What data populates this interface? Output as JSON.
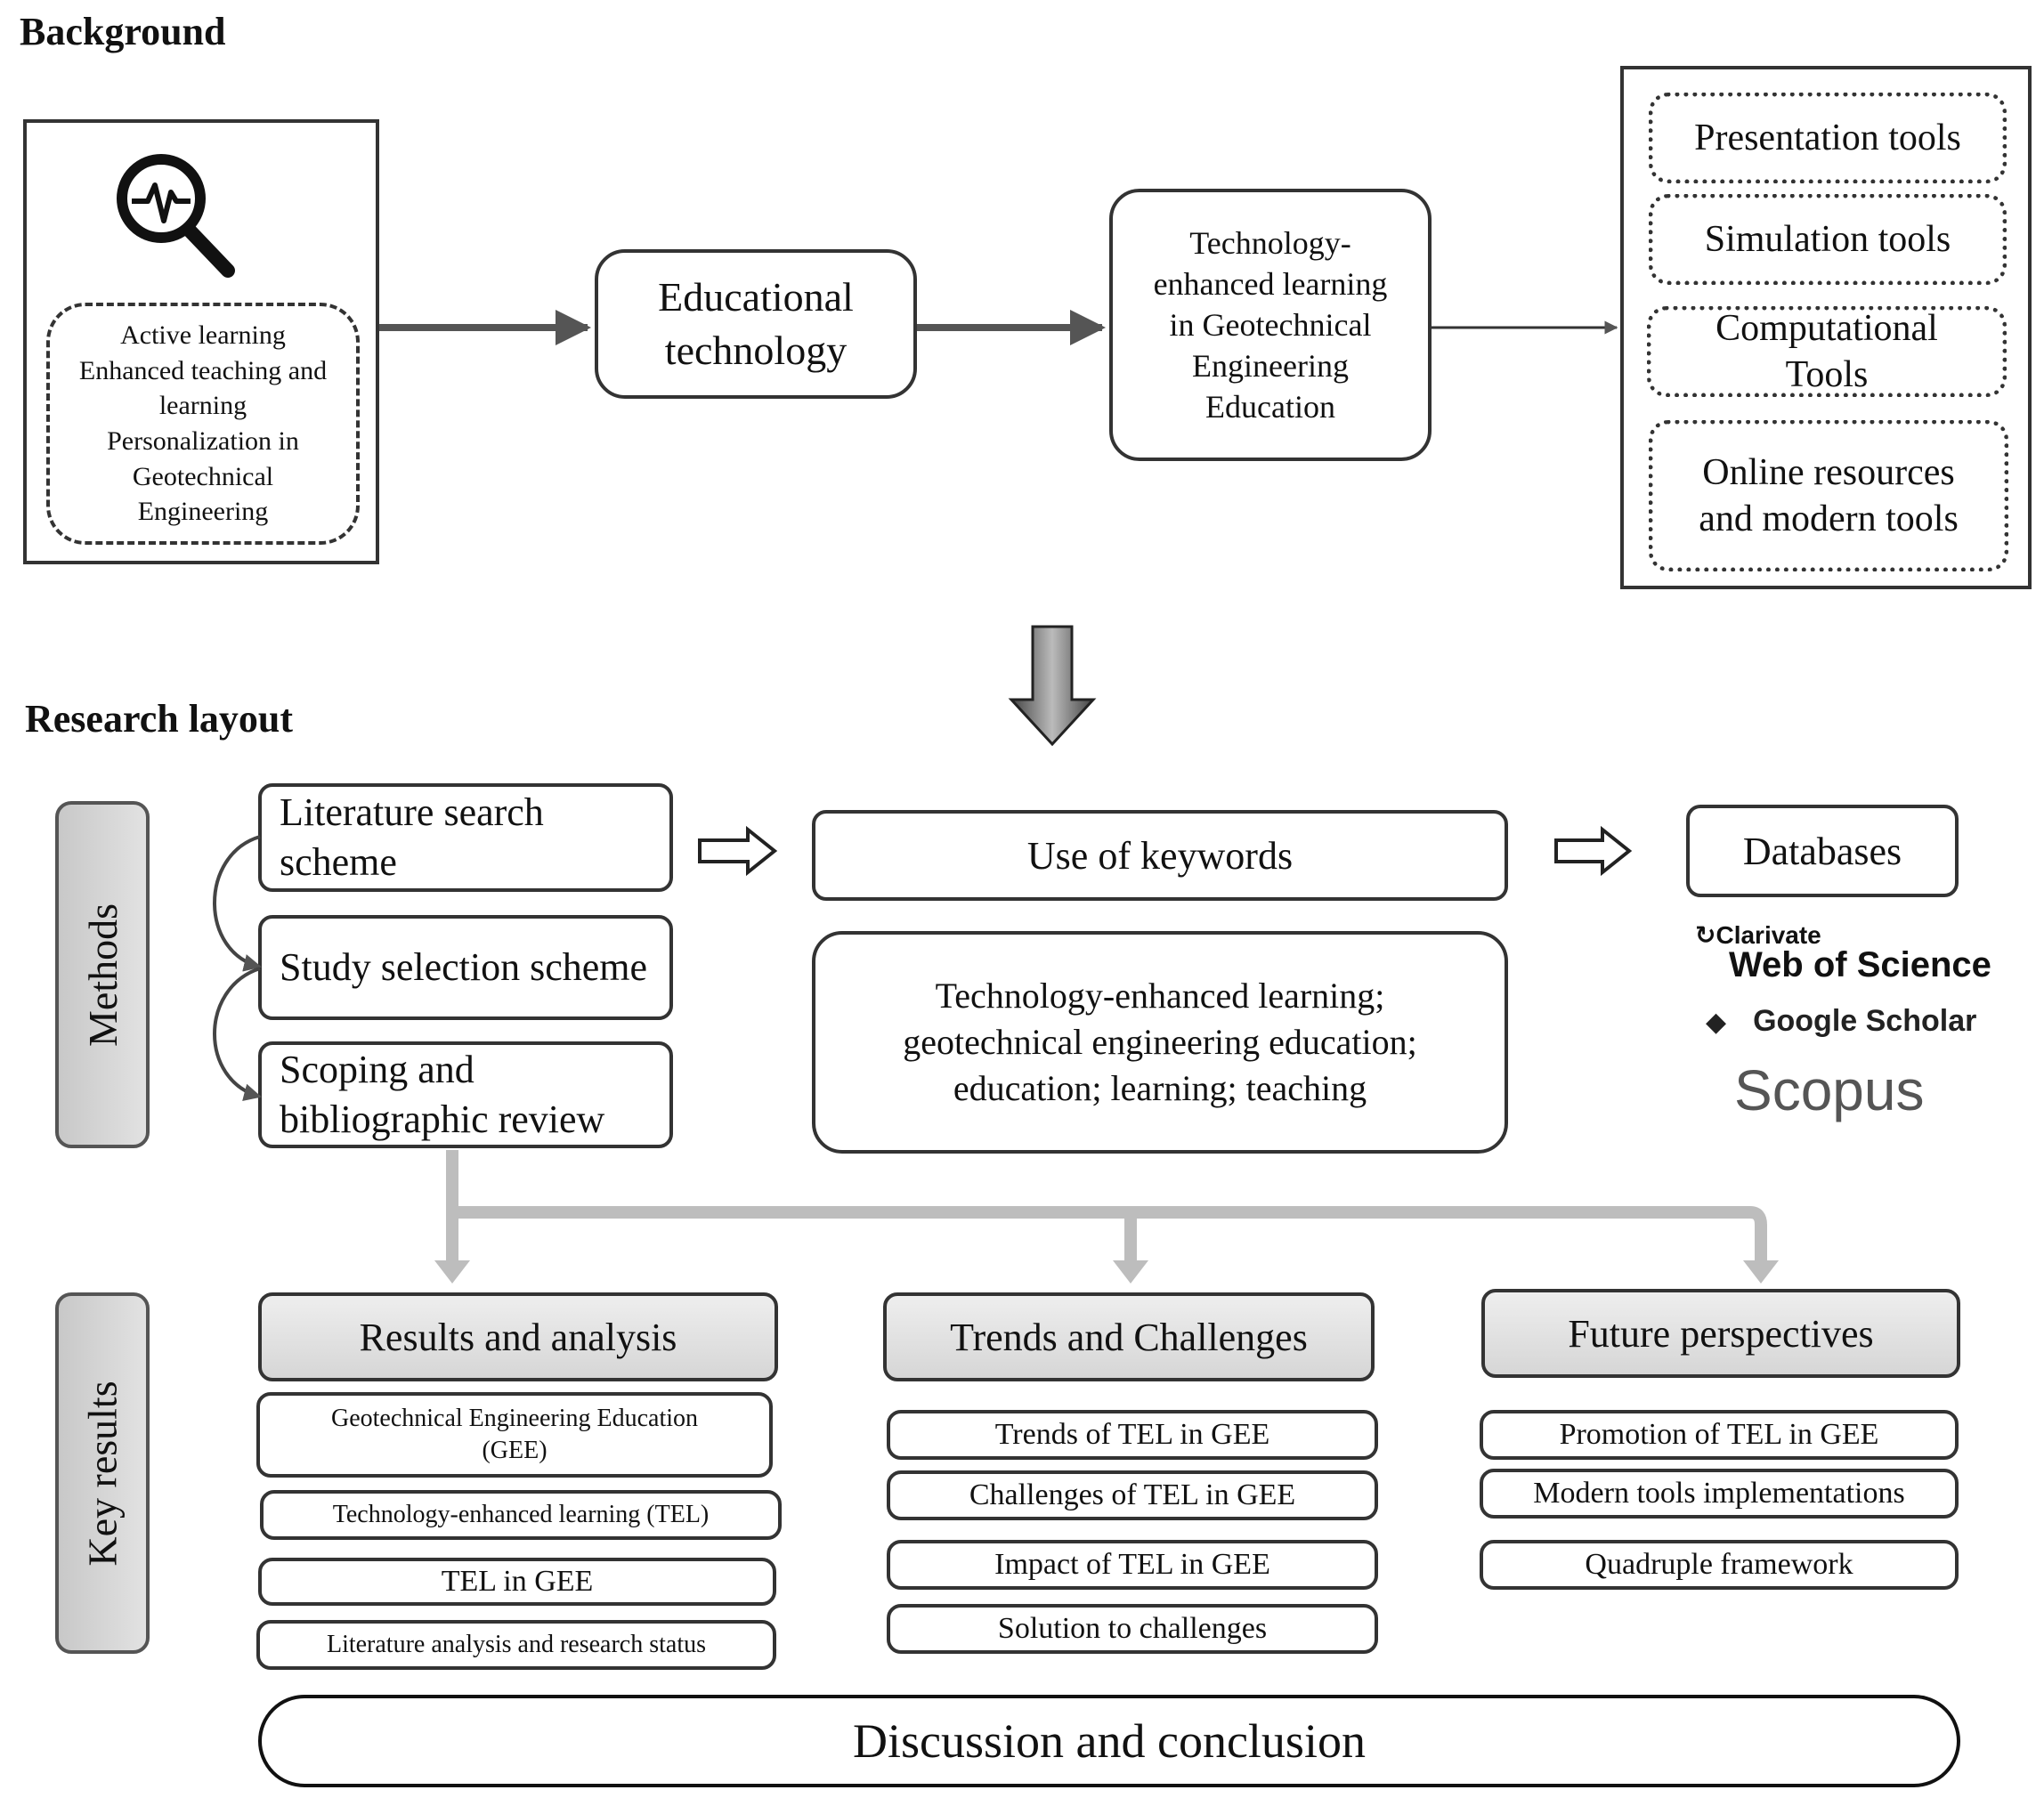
{
  "background": {
    "heading": "Background",
    "context_text": "Active learning Enhanced teaching and learning Personalization in Geotechnical Engineering",
    "educational_technology": "Educational technology",
    "tel_gee": "Technology-enhanced learning in Geotechnical Engineering Education",
    "tools": [
      "Presentation tools",
      "Simulation tools",
      "Computational Tools",
      "Online resources and modern tools"
    ]
  },
  "research": {
    "heading": "Research layout",
    "methods_label": "Methods",
    "key_results_label": "Key results",
    "method_steps": [
      "Literature search scheme",
      "Study selection scheme",
      "Scoping and bibliographic review"
    ],
    "keywords_title": "Use of keywords",
    "keywords_text": "Technology-enhanced learning; geotechnical engineering education; education; learning; teaching",
    "databases_title": "Databases",
    "database_logos": {
      "clarivate": "Clarivate",
      "wos": "Web of Science",
      "google": "Google Scholar",
      "scopus": "Scopus"
    },
    "results": [
      {
        "title": "Results and analysis",
        "items": [
          "Geotechnical Engineering Education (GEE)",
          "Technology-enhanced learning (TEL)",
          "TEL in GEE",
          "Literature analysis and research status"
        ]
      },
      {
        "title": "Trends and Challenges",
        "items": [
          "Trends of TEL in GEE",
          "Challenges of TEL in GEE",
          "Impact of TEL in GEE",
          "Solution to challenges"
        ]
      },
      {
        "title": "Future perspectives",
        "items": [
          "Promotion of TEL in GEE",
          "Modern tools implementations",
          "Quadruple framework"
        ]
      }
    ],
    "conclusion": "Discussion and conclusion"
  }
}
